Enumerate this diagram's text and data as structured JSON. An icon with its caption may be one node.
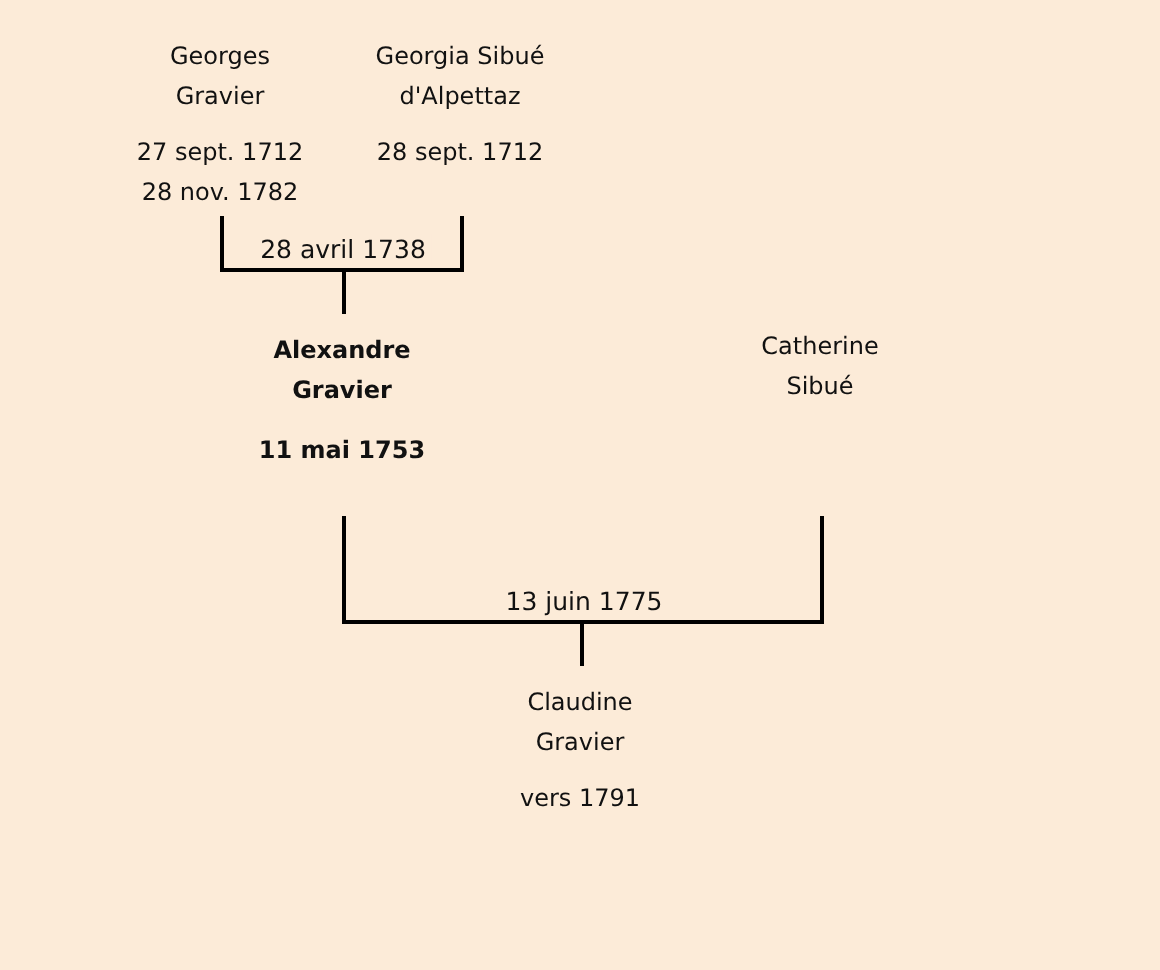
{
  "diagram": {
    "nodes": [
      {
        "text": [
          "Georges Gravier",
          "27 sept. 1712 28 nov. 1782"
        ]
      },
      {
        "text": [
          "Georgia Sibué d'Alpettaz",
          "28 sept. 1712"
        ]
      },
      {
        "text": [
          "Alexandre Gravier",
          "11 mai 1753"
        ]
      },
      {
        "text": [
          "Catherine Sibué"
        ]
      },
      {
        "text": [
          "Claudine Gravier",
          "vers 1791"
        ]
      }
    ],
    "edges": [
      {
        "from": 0,
        "to": 2,
        "arrow": "none",
        "label": "28 avril 1738"
      },
      {
        "from": 1,
        "to": 2,
        "arrow": "none"
      },
      {
        "from": 2,
        "to": 4,
        "arrow": "none",
        "label": "13 juin 1775"
      },
      {
        "from": 3,
        "to": 4,
        "arrow": "none"
      }
    ]
  }
}
